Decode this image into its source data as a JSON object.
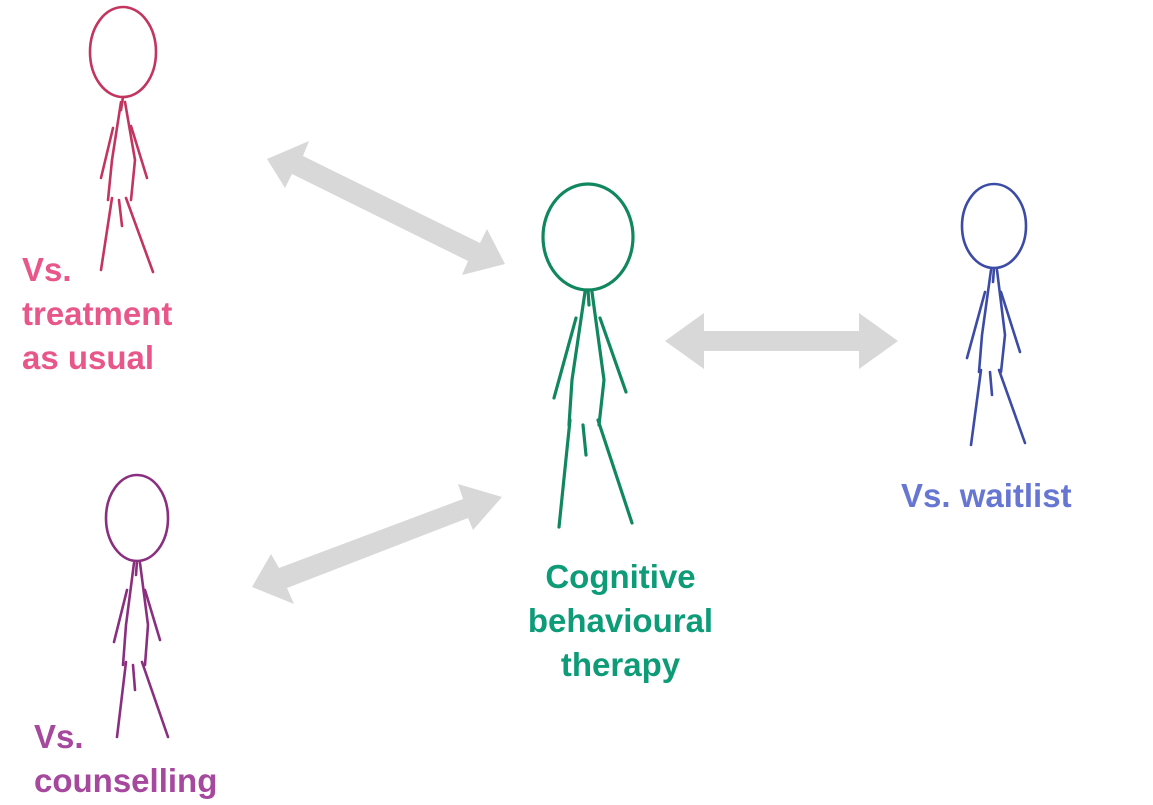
{
  "nodes": {
    "tau": {
      "lines": [
        "Vs.",
        "treatment",
        "as usual"
      ],
      "label_color": "#e8568a",
      "figure_color": "#c2355f"
    },
    "cbt": {
      "lines": [
        "Cognitive",
        "behavioural",
        "therapy"
      ],
      "label_color": "#0e9b78",
      "figure_color": "#11875f"
    },
    "waitlist": {
      "lines": [
        "Vs. waitlist"
      ],
      "label_color": "#6676d2",
      "figure_color": "#3b4ba6"
    },
    "counselling": {
      "lines": [
        "Vs.",
        "counselling"
      ],
      "label_color": "#a5489e",
      "figure_color": "#8a2f7f"
    }
  },
  "connector_color": "#d8d8d8",
  "connectors": [
    {
      "from": "cbt",
      "to": "tau",
      "style": "double-arrow"
    },
    {
      "from": "cbt",
      "to": "waitlist",
      "style": "double-arrow"
    },
    {
      "from": "cbt",
      "to": "counselling",
      "style": "double-arrow"
    }
  ]
}
